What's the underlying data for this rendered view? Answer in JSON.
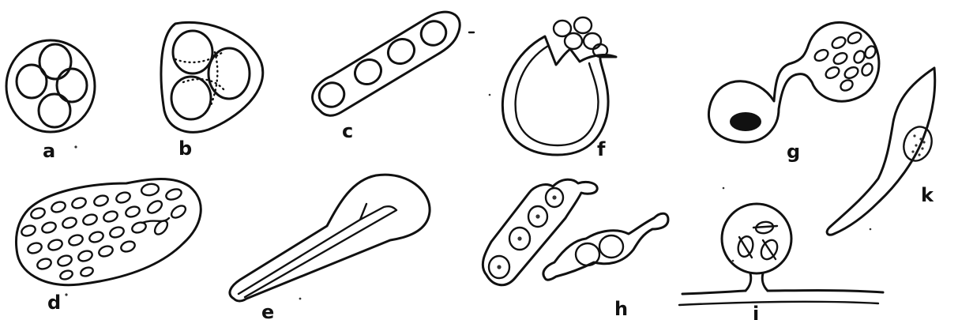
{
  "figure": {
    "ink_color": "#111111",
    "background": "#ffffff",
    "panels": [
      {
        "id": "a",
        "label": "a"
      },
      {
        "id": "b",
        "label": "b"
      },
      {
        "id": "c",
        "label": "c"
      },
      {
        "id": "d",
        "label": "d"
      },
      {
        "id": "e",
        "label": "e"
      },
      {
        "id": "f",
        "label": "f"
      },
      {
        "id": "g",
        "label": "g"
      },
      {
        "id": "h",
        "label": "h"
      },
      {
        "id": "i",
        "label": "i"
      },
      {
        "id": "k",
        "label": "k"
      }
    ]
  }
}
